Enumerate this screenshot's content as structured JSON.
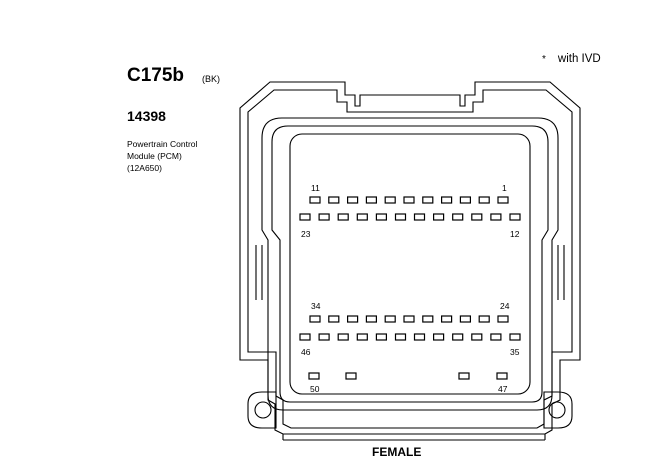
{
  "connector": {
    "id": "C175b",
    "color_code": "(BK)",
    "part_number": "14398",
    "description_lines": [
      "Powertrain Control",
      "Module (PCM)",
      "(12A650)"
    ]
  },
  "note": {
    "marker": "*",
    "text": "with IVD"
  },
  "gender_label": "FEMALE",
  "pin_labels": {
    "row1_left": "11",
    "row1_right": "1",
    "row2_left": "23",
    "row2_right": "12",
    "row3_left": "34",
    "row3_right": "24",
    "row4_left": "46",
    "row4_right": "35",
    "row5_left": "50",
    "row5_right": "47"
  },
  "pin_rows": {
    "row1_count": 11,
    "row2_count": 12,
    "row3_count": 11,
    "row4_count": 12,
    "row5_count": 4
  },
  "colors": {
    "line": "#000000",
    "background": "#ffffff"
  }
}
